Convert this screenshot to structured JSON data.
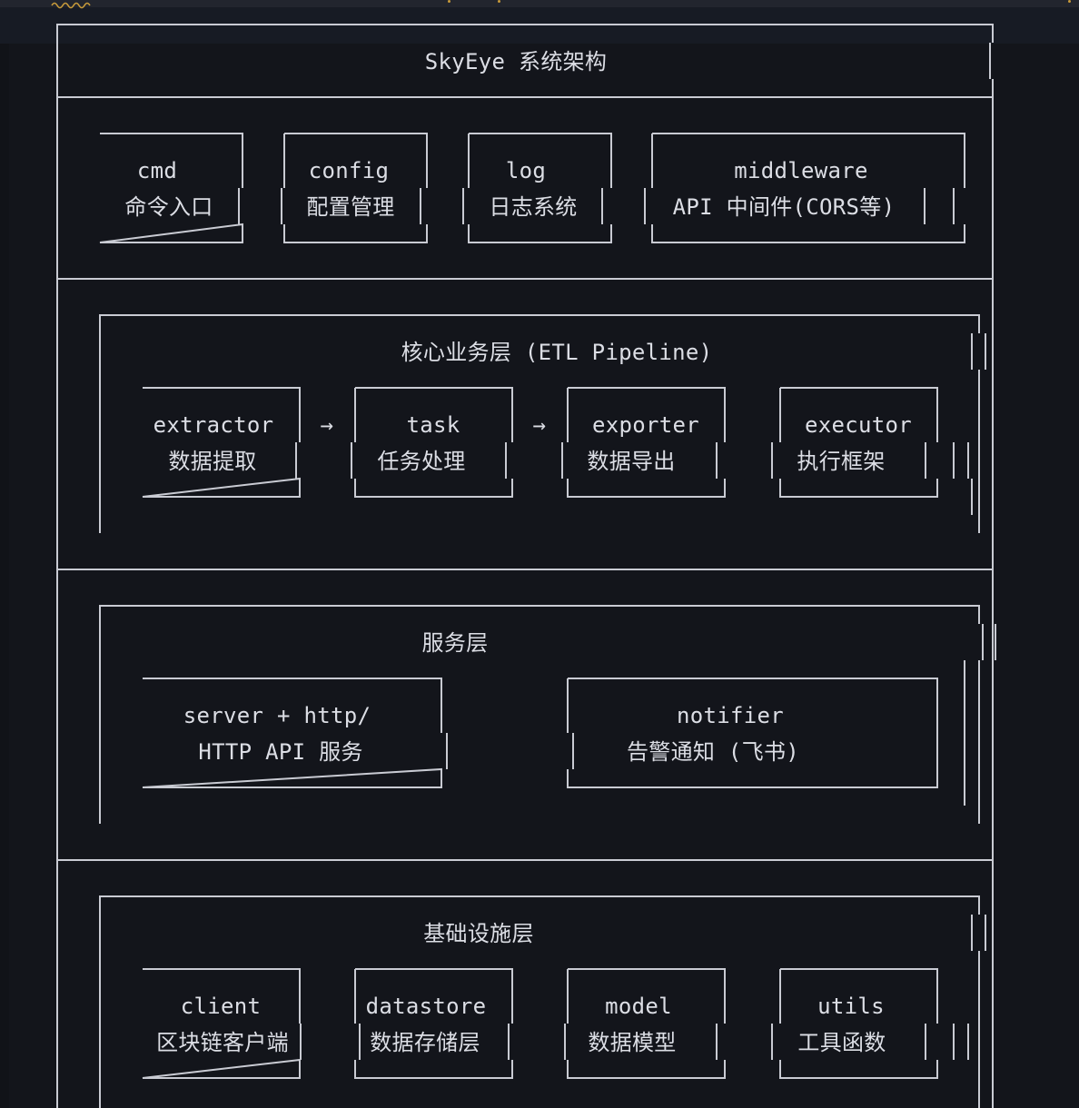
{
  "diagram": {
    "title": "SkyEye 系统架构",
    "top_modules": [
      {
        "name": "cmd",
        "desc": "命令入口"
      },
      {
        "name": "config",
        "desc": "配置管理"
      },
      {
        "name": "log",
        "desc": "日志系统"
      },
      {
        "name": "middleware",
        "desc": "API 中间件(CORS等)"
      }
    ],
    "core": {
      "title": "核心业务层 (ETL Pipeline)",
      "arrow": "→",
      "modules": [
        {
          "name": "extractor",
          "desc": "数据提取"
        },
        {
          "name": "task",
          "desc": "任务处理"
        },
        {
          "name": "exporter",
          "desc": "数据导出"
        },
        {
          "name": "executor",
          "desc": "执行框架"
        }
      ]
    },
    "service": {
      "title": "服务层",
      "modules": [
        {
          "name": "server + http/",
          "desc": "HTTP API 服务"
        },
        {
          "name": "notifier",
          "desc": "告警通知 (飞书)"
        }
      ]
    },
    "infra": {
      "title": "基础设施层",
      "modules": [
        {
          "name": "client",
          "desc": "区块链客户端"
        },
        {
          "name": "datastore",
          "desc": "数据存储层"
        },
        {
          "name": "model",
          "desc": "数据模型"
        },
        {
          "name": "utils",
          "desc": "工具函数"
        }
      ]
    }
  },
  "colors": {
    "background": "#13151b",
    "line": "#c9cbd3",
    "text": "#dcdee5",
    "warning_squiggle": "#c79a3a"
  }
}
